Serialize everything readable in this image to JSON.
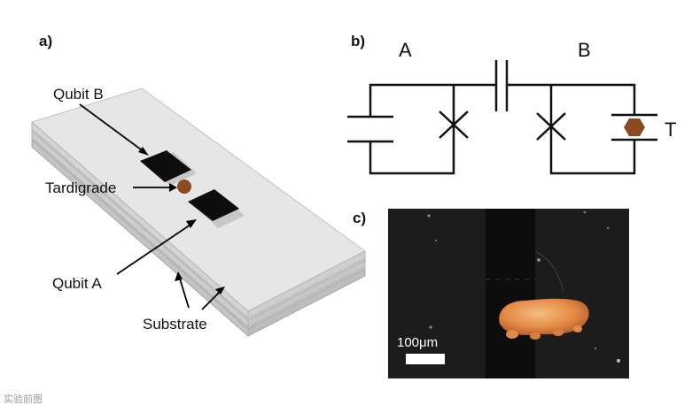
{
  "panel_a": {
    "label": "a)",
    "callouts": {
      "qubit_b": "Qubit B",
      "tardigrade": "Tardigrade",
      "qubit_a": "Qubit A",
      "substrate": "Substrate"
    },
    "colors": {
      "pad": "#0d0d0d",
      "tardigrade": "#8a4a22",
      "substrate": "#e3e3e3"
    }
  },
  "panel_b": {
    "label": "b)",
    "qubit_a_label": "A",
    "qubit_b_label": "B",
    "tardigrade_symbol": "T",
    "colors": {
      "wire": "#111111",
      "tardigrade": "#8a4a22"
    }
  },
  "panel_c": {
    "label": "c)",
    "scale_bar_text": "100μm",
    "colors": {
      "tardigrade_body": "#e8954e",
      "background": "#1c1c1c"
    }
  },
  "watermark": "实验前图"
}
